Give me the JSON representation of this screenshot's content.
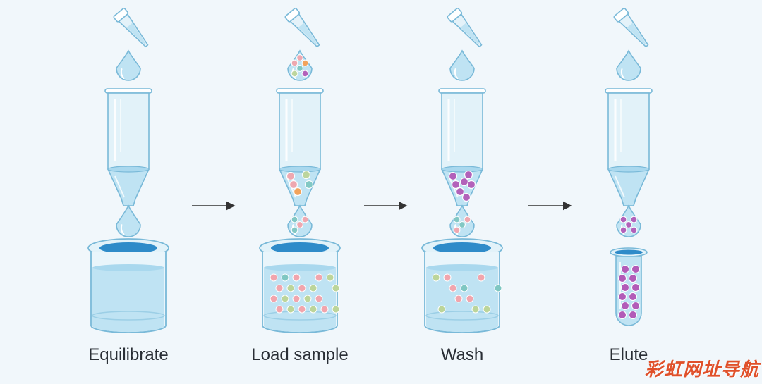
{
  "steps": [
    {
      "label": "Equilibrate",
      "dropper_drop": [],
      "funnel_beads": [],
      "falling_drop": [],
      "container": "beaker",
      "container_beads": []
    },
    {
      "label": "Load sample",
      "dropper_drop": [
        "pink",
        "orange",
        "teal",
        "green",
        "purple",
        "pink"
      ],
      "funnel_beads": [
        "pink",
        "green",
        "teal",
        "orange",
        "pink"
      ],
      "falling_drop": [
        "teal",
        "pink",
        "pink",
        "teal"
      ],
      "container": "beaker",
      "container_beads": [
        "pink",
        "green",
        "pink",
        "green",
        "pink",
        "green",
        "pink",
        "teal",
        "pink",
        "green",
        "pink",
        "green",
        "pink",
        "green",
        "pink",
        "green",
        "pink",
        "green",
        "pink",
        "green",
        "pink"
      ]
    },
    {
      "label": "Wash",
      "dropper_drop": [],
      "funnel_beads": [
        "purple",
        "purple",
        "purple",
        "purple",
        "purple",
        "purple",
        "purple"
      ],
      "falling_drop": [
        "teal",
        "pink",
        "teal",
        "pink"
      ],
      "container": "beaker",
      "container_beads": [
        "green",
        "pink",
        "pink",
        "green",
        "pink",
        "teal",
        "green",
        "pink",
        "teal",
        "pink",
        "green"
      ]
    },
    {
      "label": "Elute",
      "dropper_drop": [],
      "funnel_beads": [],
      "falling_drop": [
        "purple",
        "purple",
        "purple",
        "purple",
        "purple"
      ],
      "container": "test-tube",
      "container_beads": [
        "purple",
        "purple",
        "purple",
        "purple",
        "purple",
        "purple",
        "purple",
        "purple",
        "purple",
        "purple",
        "purple",
        "purple"
      ]
    }
  ],
  "arrows": 3,
  "watermark": "彩虹网址导航",
  "colors": {
    "background": "#f1f7fb",
    "liquid": "#bfe3f3",
    "glass_stroke": "#79b9d8",
    "beaker_mouth": "#2e8bc9",
    "bead_pink": "#f1a5ad",
    "bead_green": "#bcd59a",
    "bead_teal": "#7fc7c2",
    "bead_orange": "#f5a054",
    "bead_purple": "#b25bb8",
    "arrow": "#333333"
  }
}
